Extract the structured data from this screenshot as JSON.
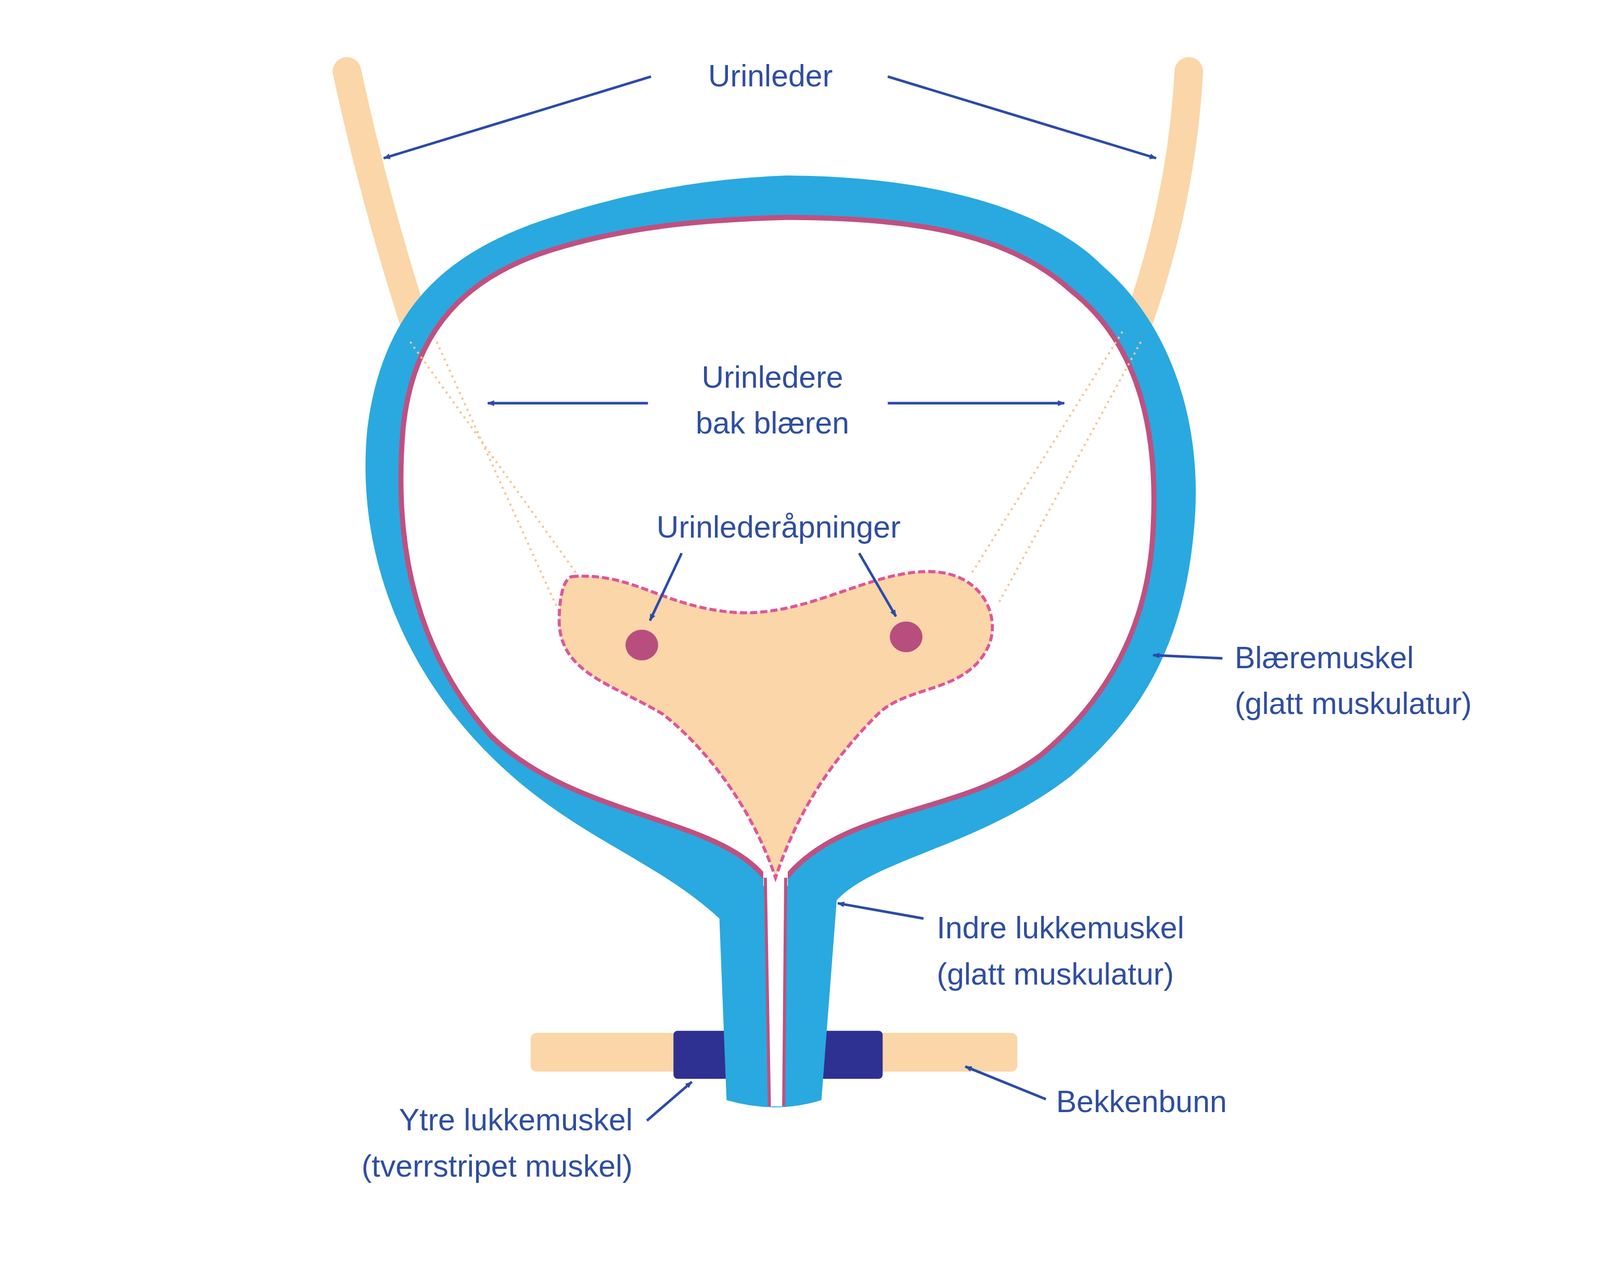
{
  "diagram": {
    "labels": [
      "Urinleder",
      "Urinledere bak blæren",
      "Urinlederåpninger",
      "Blæremuskel (glatt muskulatur)",
      "Indre lukkemuskel (glatt muskulatur)",
      "Bekkenbunn",
      "Ytre lukkemuskel (tverrstripet muskel)"
    ]
  }
}
